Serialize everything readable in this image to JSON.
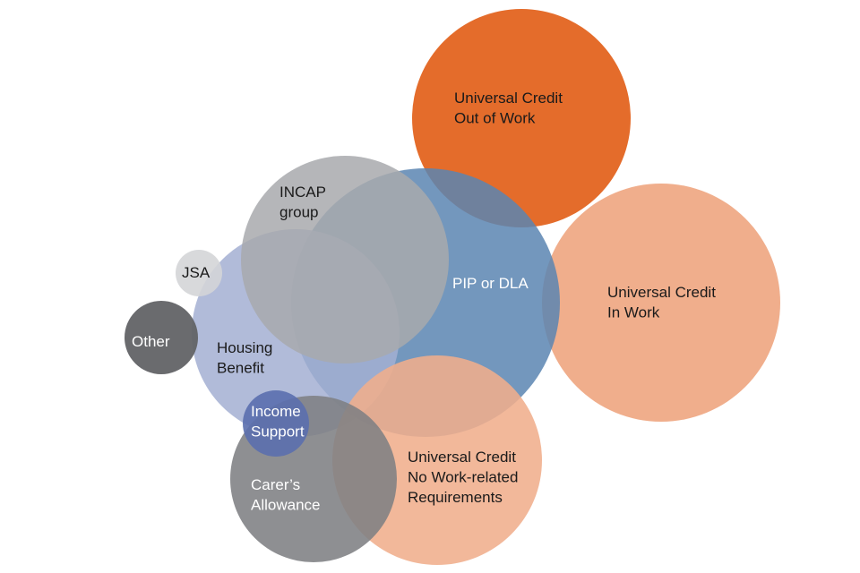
{
  "chart_data": {
    "type": "bubble",
    "title": "",
    "description": "Overlapping bubble diagram of benefit types",
    "bubbles": [
      {
        "id": "uc-out-of-work",
        "label": [
          "Universal Credit",
          "Out of Work"
        ],
        "color": "#E46C2B",
        "label_color": "#1a1a1a"
      },
      {
        "id": "uc-in-work",
        "label": [
          "Universal Credit",
          "In Work"
        ],
        "color": "#F0AE8C",
        "label_color": "#1a1a1a"
      },
      {
        "id": "pip-or-dla",
        "label": [
          "PIP or DLA"
        ],
        "color": "#5B85B2",
        "label_color": "#ffffff"
      },
      {
        "id": "housing-benefit",
        "label": [
          "Housing",
          "Benefit"
        ],
        "color": "#A3AFD2",
        "label_color": "#1a1a1a"
      },
      {
        "id": "incap-group",
        "label": [
          "INCAP",
          "group"
        ],
        "color": "#A8A9AD",
        "label_color": "#1a1a1a"
      },
      {
        "id": "jsa",
        "label": [
          "JSA"
        ],
        "color": "#D4D5D7",
        "label_color": "#1a1a1a"
      },
      {
        "id": "other",
        "label": [
          "Other"
        ],
        "color": "#626366",
        "label_color": "#ffffff"
      },
      {
        "id": "uc-no-work-related",
        "label": [
          "Universal Credit",
          "No Work-related",
          "Requirements"
        ],
        "color": "#F0AE8C",
        "label_color": "#1a1a1a"
      },
      {
        "id": "carers-allowance",
        "label": [
          "Carer’s",
          "Allowance"
        ],
        "color": "#7E7F83",
        "label_color": "#ffffff"
      },
      {
        "id": "income-support",
        "label": [
          "Income",
          "Support"
        ],
        "color": "#5B6FAE",
        "label_color": "#ffffff"
      }
    ]
  }
}
